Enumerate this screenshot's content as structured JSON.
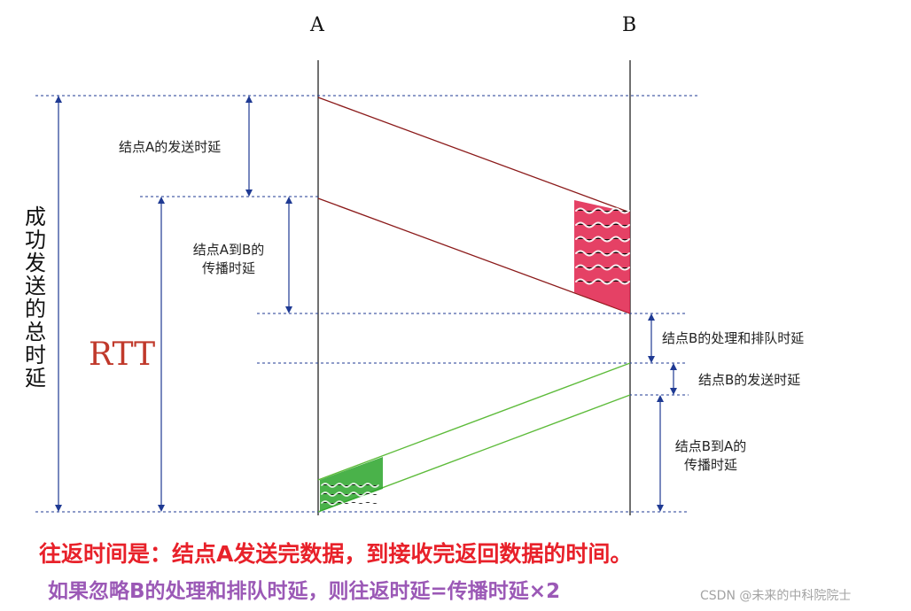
{
  "nodes": {
    "a": "A",
    "b": "B"
  },
  "labels": {
    "a_send_delay": "结点A的发送时延",
    "a_to_b_prop_line1": "结点A到B的",
    "a_to_b_prop_line2": "传播时延",
    "b_processing_queue": "结点B的处理和排队时延",
    "b_send_delay": "结点B的发送时延",
    "b_to_a_prop_line1": "结点B到A的",
    "b_to_a_prop_line2": "传播时延",
    "total_time": "成功发送的总时延",
    "rtt": "RTT"
  },
  "footer": {
    "line1": "往返时间是：结点A发送完数据，到接收完返回数据的时间。",
    "line2": "如果忽略B的处理和排队时延，则往返时延=传播时延×2"
  },
  "watermark": "CSDN @未来的中科院院士",
  "colors": {
    "dashed": "#1f3a93",
    "arrow": "#1f3a93",
    "a_to_b_packet": "#8b1a1a",
    "a_to_b_hatch": "#e0204a",
    "b_to_a_packet": "#5dbb3a",
    "b_to_a_hatch": "#2aa52a"
  }
}
